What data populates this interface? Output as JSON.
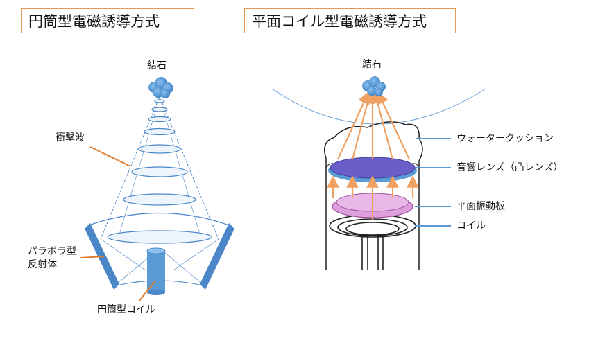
{
  "left_panel": {
    "title": "円筒型電磁誘導方式",
    "stone_label": "結石",
    "shockwave_label": "衝撃波",
    "reflector_label_line1": "パラボラ型",
    "reflector_label_line2": "反射体",
    "coil_label": "円筒型コイル"
  },
  "right_panel": {
    "title": "平面コイル型電磁誘導方式",
    "stone_label": "結石",
    "water_cushion_label": "ウォータークッション",
    "acoustic_lens_label": "音響レンズ（凸レンズ）",
    "vibration_plate_label": "平面振動板",
    "coil_label": "コイル"
  },
  "colors": {
    "title_border": "#e39a55",
    "stone": "#5b9bd5",
    "leader_orange": "#e07b2a",
    "leader_blue": "#5b9bd5",
    "reflector": "#4a86c8",
    "lens": "#6a5fc9",
    "plate": "#dda0dd",
    "arrow": "#f0a060"
  }
}
